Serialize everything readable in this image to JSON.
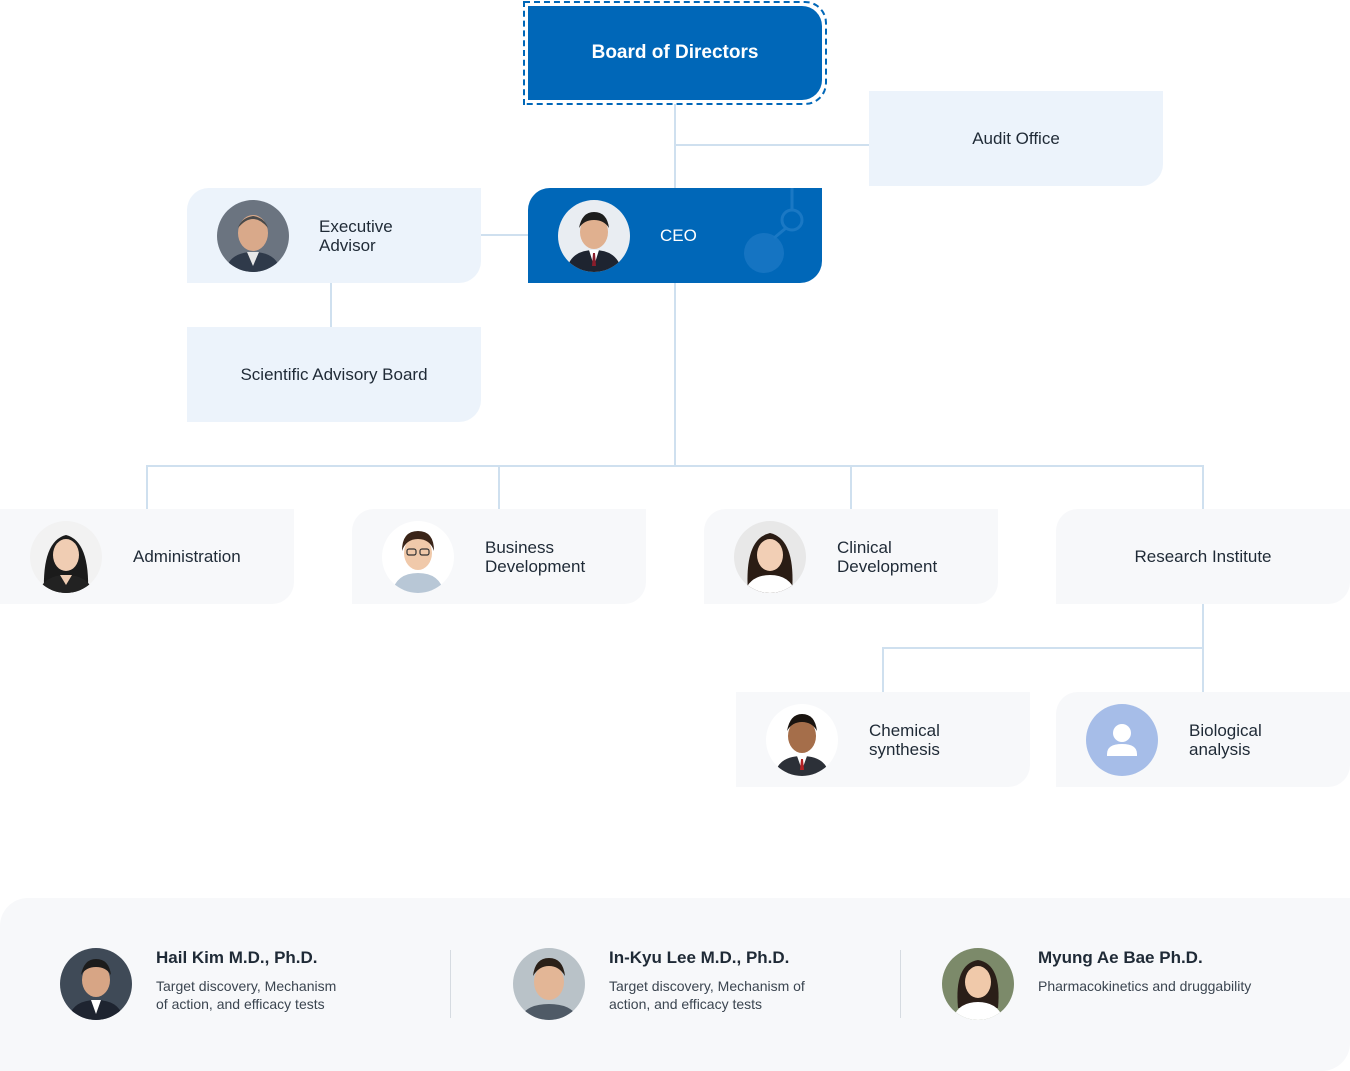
{
  "board": {
    "label": "Board of Directors"
  },
  "audit": {
    "label": "Audit Office"
  },
  "ceo": {
    "label": "CEO"
  },
  "advisor": {
    "label_line1": "Executive",
    "label_line2": "Advisor"
  },
  "sab": {
    "label": "Scientific Advisory Board"
  },
  "departments": {
    "administration": {
      "label": "Administration"
    },
    "business": {
      "line1": "Business",
      "line2": "Development"
    },
    "clinical": {
      "line1": "Clinical",
      "line2": "Development"
    },
    "research": {
      "label": "Research Institute"
    }
  },
  "research_units": {
    "chemical": {
      "line1": "Chemical",
      "line2": "synthesis"
    },
    "biological": {
      "line1": "Biological",
      "line2": "analysis"
    }
  },
  "advisory_members": [
    {
      "name": "Hail Kim M.D., Ph.D.",
      "desc_line1": "Target discovery, Mechanism",
      "desc_line2": "of action, and efficacy tests"
    },
    {
      "name": "In-Kyu Lee M.D., Ph.D.",
      "desc_line1": "Target discovery, Mechanism of",
      "desc_line2": "action, and efficacy tests"
    },
    {
      "name": "Myung Ae Bae Ph.D.",
      "desc_line1": "Pharmacokinetics and druggability",
      "desc_line2": ""
    }
  ],
  "colors": {
    "primary": "#0067b8",
    "light_box": "#ecf3fb",
    "grey_box": "#f7f8fa",
    "connector": "#cfe0ef",
    "placeholder_avatar": "#a6bde8"
  }
}
